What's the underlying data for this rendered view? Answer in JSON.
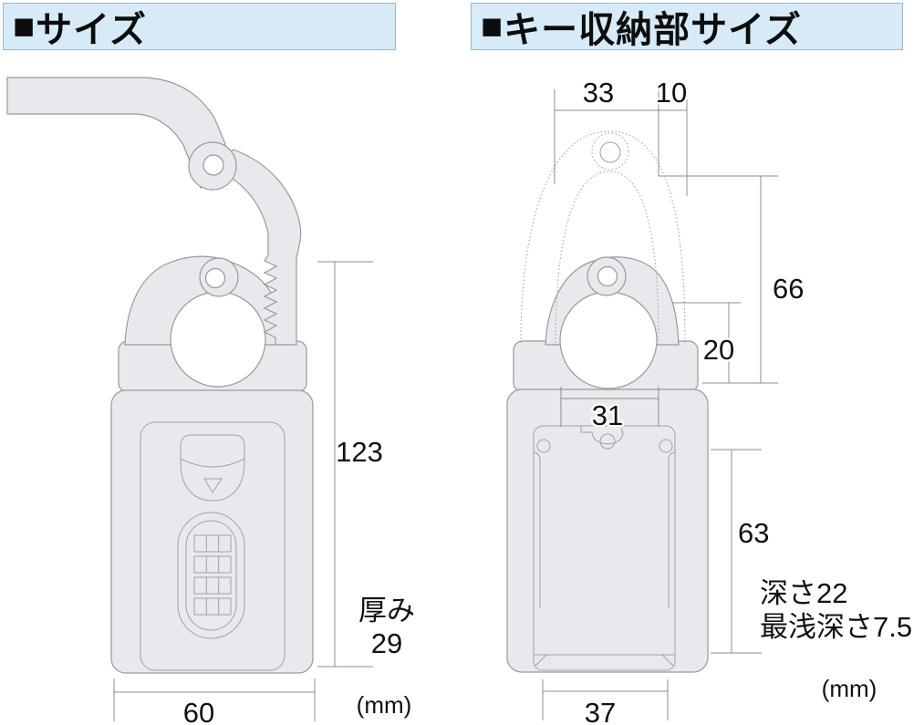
{
  "headers": {
    "left": {
      "bullet": "■",
      "label": "サイズ"
    },
    "right": {
      "bullet": "■",
      "label": "キー収納部サイズ"
    }
  },
  "overall": {
    "height_mm": "123",
    "width_mm": "60",
    "thickness_label": "厚み",
    "thickness_mm": "29",
    "unit": "(mm)"
  },
  "key_compartment": {
    "shackle_top_width_mm": "33",
    "shackle_bar_width_mm": "10",
    "shackle_clearance_height_mm": "66",
    "opening_height_mm": "20",
    "opening_width_mm": "31",
    "compartment_height_mm": "63",
    "depth_note": "深さ22",
    "min_depth_note": "最浅深さ7.5",
    "compartment_width_mm": "37",
    "unit": "(mm)"
  },
  "colors": {
    "header_bg": "#d7eaf7",
    "header_border": "#9cb6c6",
    "lock_fill": "#e9e9ed",
    "lock_stroke": "#97979f",
    "dimension_line": "#8c8c8c",
    "text": "#111111"
  }
}
